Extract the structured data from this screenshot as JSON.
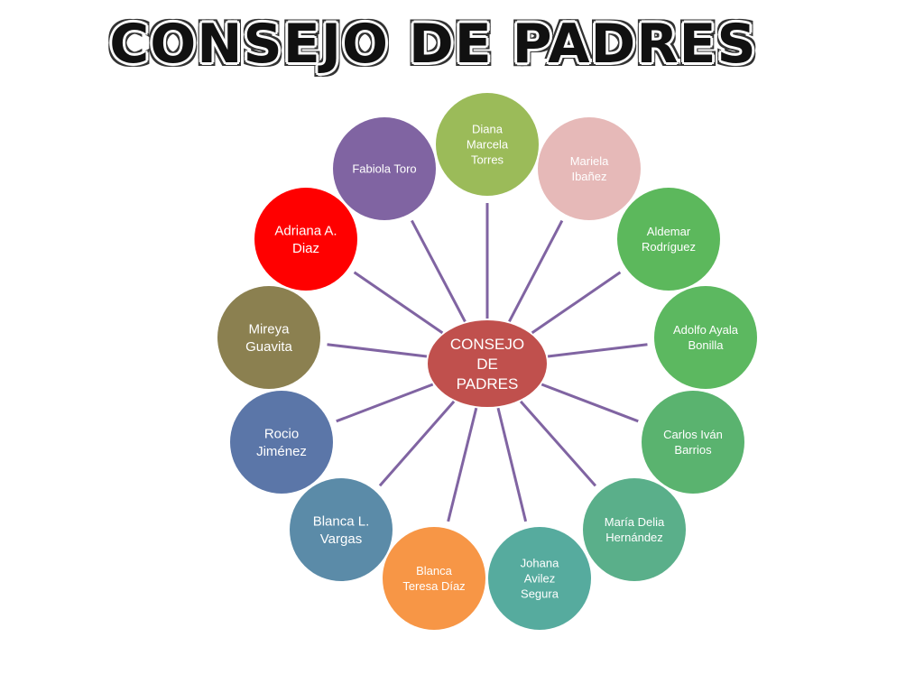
{
  "title": "CONSEJO DE PADRES",
  "center": {
    "lines": [
      "CONSEJO",
      "DE",
      "PADRES"
    ],
    "color": "#c0504d"
  },
  "members": [
    {
      "id": "diana-marcela-torres",
      "lines": [
        "Diana",
        "Marcela",
        "Torres"
      ],
      "color": "#9bbb59"
    },
    {
      "id": "mariela-ibanez",
      "lines": [
        "Mariela",
        "Ibañez"
      ],
      "color": "#e6b9b8"
    },
    {
      "id": "aldemar-rodriguez",
      "lines": [
        "Aldemar",
        "Rodríguez"
      ],
      "color": "#5cb85c"
    },
    {
      "id": "adolfo-ayala-bonilla",
      "lines": [
        "Adolfo Ayala",
        "Bonilla"
      ],
      "color": "#5cb860"
    },
    {
      "id": "carlos-ivan-barrios",
      "lines": [
        "Carlos Iván",
        "Barrios"
      ],
      "color": "#5ab36f"
    },
    {
      "id": "maria-delia-hernandez",
      "lines": [
        "María Delia",
        "Hernández"
      ],
      "color": "#5aaf8a"
    },
    {
      "id": "johana-avilez-segura",
      "lines": [
        "Johana",
        "Avilez",
        "Segura"
      ],
      "color": "#56ab9e"
    },
    {
      "id": "blanca-teresa-diaz",
      "lines": [
        "Blanca",
        "Teresa Díaz"
      ],
      "color": "#f79646"
    },
    {
      "id": "blanca-l-vargas",
      "lines": [
        "Blanca  L.",
        "Vargas"
      ],
      "color": "#5b8ba8"
    },
    {
      "id": "rocio-jimenez",
      "lines": [
        "Rocio",
        "Jiménez"
      ],
      "color": "#5b76a8"
    },
    {
      "id": "mireya-guavita",
      "lines": [
        "Mireya",
        "Guavita"
      ],
      "color": "#8b8050"
    },
    {
      "id": "adriana-a-diaz",
      "lines": [
        "Adriana A.",
        "Diaz"
      ],
      "color": "#ff0000"
    },
    {
      "id": "fabiola-toro",
      "lines": [
        "Fabiola Toro"
      ],
      "color": "#8064a2"
    }
  ],
  "connector_color": "#8064a2"
}
